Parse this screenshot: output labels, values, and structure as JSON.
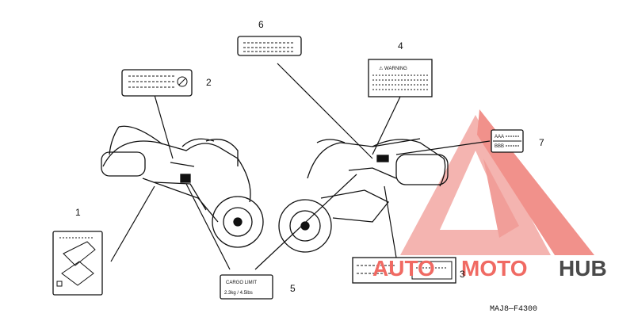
{
  "callouts": [
    "1",
    "2",
    "3",
    "4",
    "5",
    "6",
    "7"
  ],
  "labels": {
    "warning_text": "⚠ WARNING",
    "cargo_line1": "CARGO LIMIT",
    "cargo_line2": "2.3kg / 4.5lbs",
    "tag_a": "AAA",
    "tag_b": "BBB"
  },
  "diagram_code": "MAJ8—F4300",
  "watermark": {
    "word1": "AUTO",
    "word2": "MOTO",
    "word3": "HUB",
    "accent_color": "#f06a63",
    "dark_color": "#4a4a4a"
  }
}
